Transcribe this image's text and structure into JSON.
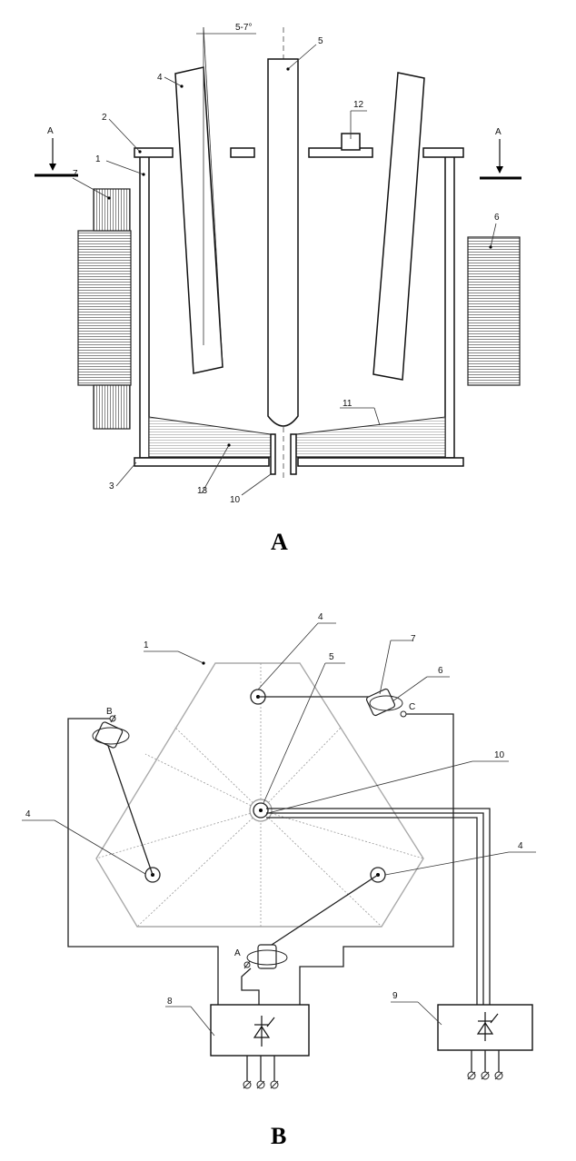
{
  "figure_a": {
    "caption": "A",
    "angle_label": "5-7°",
    "section_marks": [
      "A",
      "A"
    ],
    "part_labels": [
      "1",
      "2",
      "3",
      "4",
      "5",
      "6",
      "7",
      "10",
      "11",
      "12",
      "13"
    ]
  },
  "figure_b": {
    "caption": "B",
    "phase_labels": [
      "A",
      "B",
      "C"
    ],
    "part_labels": [
      "1",
      "4",
      "4",
      "4",
      "5",
      "6",
      "7",
      "8",
      "9",
      "10"
    ]
  }
}
